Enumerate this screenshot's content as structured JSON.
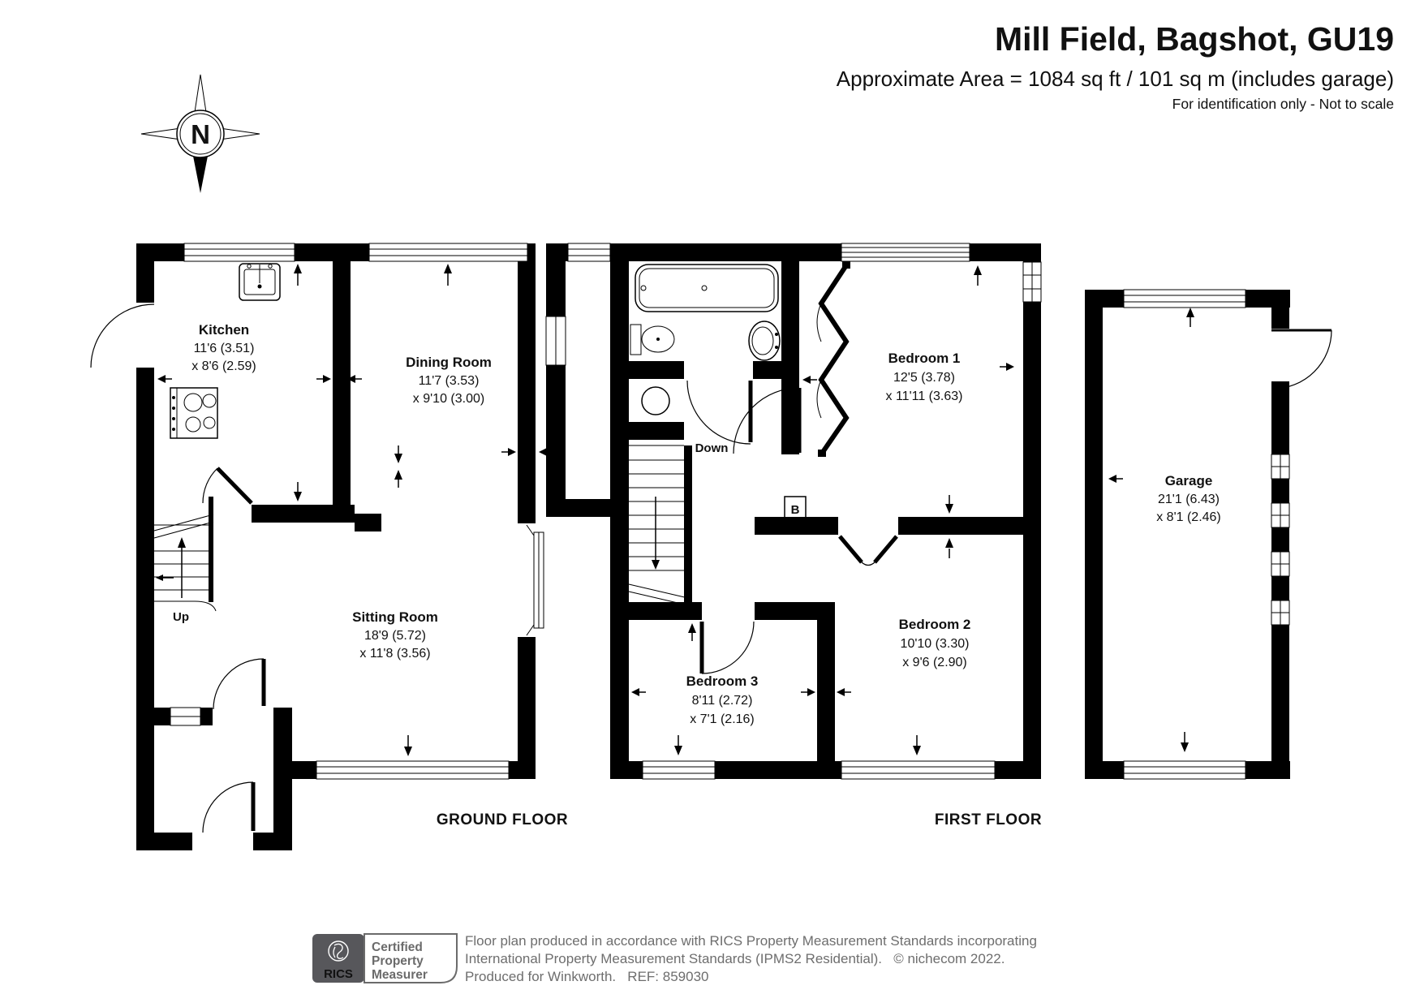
{
  "header": {
    "title": "Mill Field, Bagshot, GU19",
    "subtitle": "Approximate Area = 1084 sq ft / 101 sq m (includes garage)",
    "note": "For identification only - Not to scale"
  },
  "compass": {
    "label": "N"
  },
  "ground_floor": {
    "label": "GROUND FLOOR",
    "stairs_label": "Up",
    "rooms": {
      "kitchen": {
        "name": "Kitchen",
        "dim1": "11'6 (3.51)",
        "dim2": "x 8'6 (2.59)"
      },
      "dining_room": {
        "name": "Dining Room",
        "dim1": "11'7 (3.53)",
        "dim2": "x 9'10 (3.00)"
      },
      "sitting_room": {
        "name": "Sitting Room",
        "dim1": "18'9 (5.72)",
        "dim2": "x 11'8 (3.56)"
      }
    }
  },
  "first_floor": {
    "label": "FIRST FLOOR",
    "stairs_label": "Down",
    "boiler_label": "B",
    "rooms": {
      "bedroom1": {
        "name": "Bedroom 1",
        "dim1": "12'5 (3.78)",
        "dim2": "x 11'11 (3.63)"
      },
      "bedroom2": {
        "name": "Bedroom 2",
        "dim1": "10'10 (3.30)",
        "dim2": "x 9'6 (2.90)"
      },
      "bedroom3": {
        "name": "Bedroom 3",
        "dim1": "8'11 (2.72)",
        "dim2": "x 7'1 (2.16)"
      }
    }
  },
  "garage": {
    "rooms": {
      "garage": {
        "name": "Garage",
        "dim1": "21'1 (6.43)",
        "dim2": "x 8'1 (2.46)"
      }
    }
  },
  "footer": {
    "rics_label": "RICS",
    "badge": [
      "Certified",
      "Property",
      "Measurer"
    ],
    "line1": "Floor plan produced in accordance with RICS Property Measurement Standards incorporating",
    "line2": "International Property Measurement Standards (IPMS2 Residential).   © nichecom 2022.",
    "line3": "Produced for Winkworth.   REF: 859030"
  }
}
